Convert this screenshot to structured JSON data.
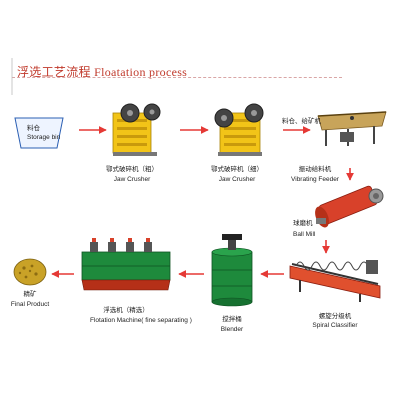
{
  "title": "浮选工艺流程 Floatation process",
  "steps": [
    {
      "cn": "料仓",
      "en": "Storage bin"
    },
    {
      "cn": "鄂式破碎机（粗）",
      "en": "Jaw Crusher"
    },
    {
      "cn": "鄂式破碎机（细）",
      "en": "Jaw Crusher"
    },
    {
      "cn": "料仓、给矿机",
      "en": ""
    },
    {
      "cn": "振动给料机",
      "en": "Vibrating Feeder"
    },
    {
      "cn": "球磨机",
      "en": "Ball Mill"
    },
    {
      "cn": "螺旋分级机",
      "en": "Spiral Classifier"
    },
    {
      "cn": "搅拌桶",
      "en": "Blender"
    },
    {
      "cn": "浮选机（精选）",
      "en": "Flotation Machine( fine separating )"
    },
    {
      "cn": "精矿",
      "en": "Final Product"
    }
  ],
  "colors": {
    "title": "#c0392b",
    "arrow": "#e53935",
    "crusher": "#f2c418",
    "mill": "#d8412a",
    "green": "#1e8a3c"
  }
}
